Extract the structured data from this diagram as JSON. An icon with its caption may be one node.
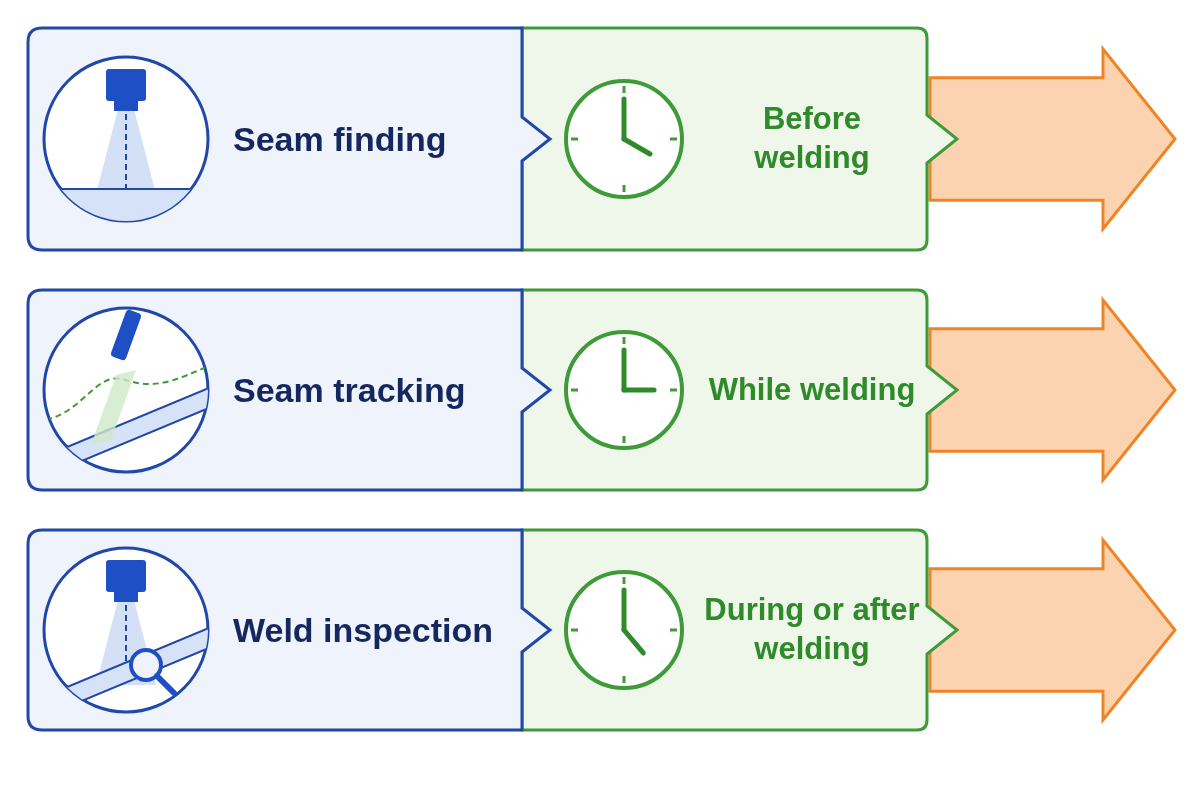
{
  "diagram": {
    "nodes": [
      {
        "text": [
          "Seam finding"
        ]
      },
      {
        "text": [
          "Before welding"
        ]
      },
      {
        "text": [],
        "shape": "arrow"
      },
      {
        "text": [
          "Seam tracking"
        ]
      },
      {
        "text": [
          "While welding"
        ]
      },
      {
        "text": [],
        "shape": "arrow"
      },
      {
        "text": [
          "Weld inspection"
        ]
      },
      {
        "text": [
          "During or after welding"
        ]
      },
      {
        "text": [],
        "shape": "arrow"
      }
    ]
  }
}
